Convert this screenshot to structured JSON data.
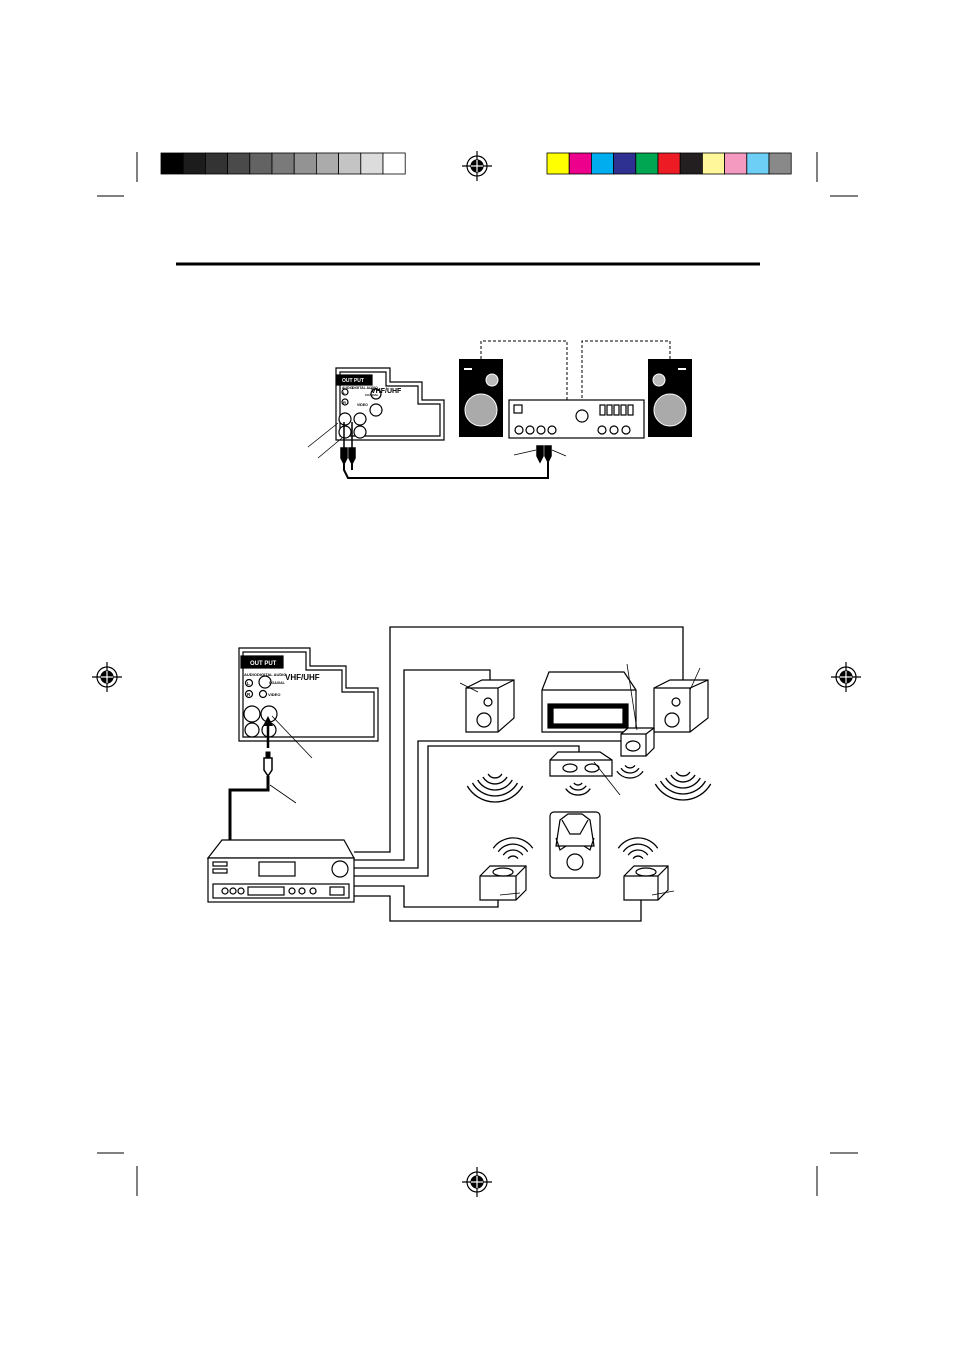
{
  "colors": {
    "grayscale_bar": [
      "#000000",
      "#1c1c1c",
      "#333333",
      "#4a4a4a",
      "#636363",
      "#7a7a7a",
      "#939393",
      "#ababab",
      "#c4c4c4",
      "#dcdcdc",
      "#ffffff"
    ],
    "color_bar": [
      "#ffff00",
      "#ec008c",
      "#00aeef",
      "#2e3192",
      "#00a651",
      "#ed1c24",
      "#231f20",
      "#fff799",
      "#f49ac1",
      "#6dcff6",
      "#898989"
    ],
    "line": "#000000"
  },
  "top_panel": {
    "output_label": "OUT PUT",
    "audio_label": "AUDIO",
    "digital_audio_label": "DIGITAL AUDIO",
    "coaxial_label": "COAXIAL",
    "video_label": "VIDEO",
    "vhf_uhf_label": "VHF/UHF",
    "jack_l": "L",
    "jack_r": "R"
  },
  "bottom_panel": {
    "output_label": "OUT PUT",
    "audio_label": "AUDIO",
    "digital_audio_label": "DIGITAL AUDIO",
    "coaxial_label": "COAXIAL",
    "video_label": "VIDEO",
    "vhf_uhf_label": "VHF/UHF",
    "jack_l": "L",
    "jack_r": "R"
  },
  "icons": [
    "registration-mark-icon",
    "speaker-icon",
    "amplifier-icon",
    "av-receiver-icon",
    "television-icon",
    "listener-icon",
    "sound-wave-icon",
    "rca-plug-icon"
  ]
}
